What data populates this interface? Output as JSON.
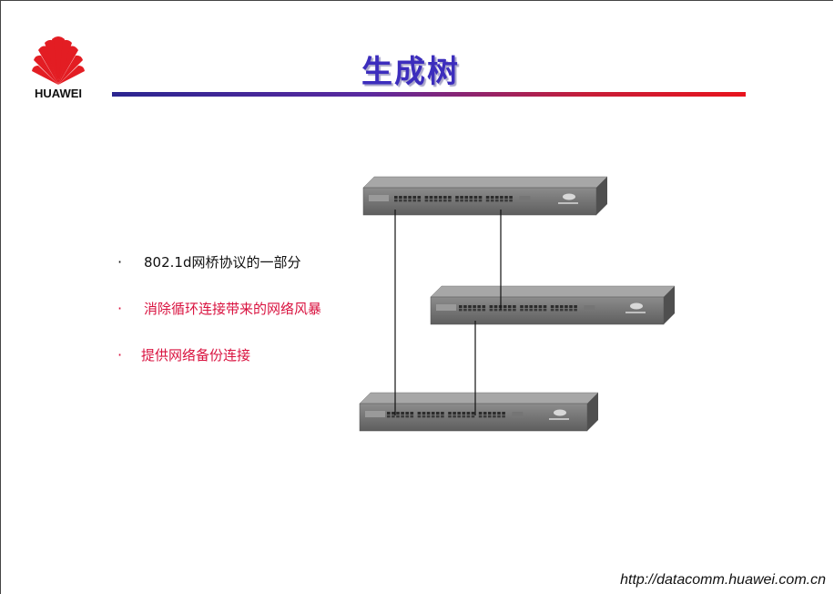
{
  "logo": {
    "text": "HUAWEI",
    "brand_color": "#e31d23"
  },
  "title": "生成树",
  "bullets": [
    {
      "text": "802.1d网桥协议的一部分",
      "color": "#111111"
    },
    {
      "text": "消除循环连接带来的网络风暴",
      "color": "#d9123f"
    },
    {
      "text": "提供网络备份连接",
      "color": "#d9123f"
    }
  ],
  "diagram": {
    "switches": [
      {
        "id": "switch-top",
        "port_count": 24
      },
      {
        "id": "switch-middle",
        "port_count": 24
      },
      {
        "id": "switch-bottom",
        "port_count": 24
      }
    ],
    "links": [
      {
        "from": "switch-top",
        "to": "switch-bottom"
      },
      {
        "from": "switch-top",
        "to": "switch-middle"
      },
      {
        "from": "switch-middle",
        "to": "switch-bottom"
      }
    ]
  },
  "footer": {
    "url": "http://datacomm.huawei.com.cn"
  }
}
